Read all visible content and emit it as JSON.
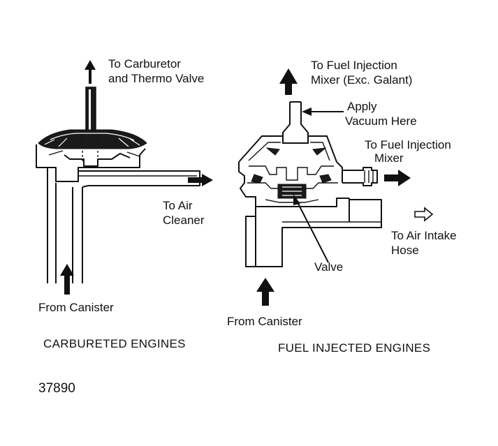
{
  "carbureted": {
    "label_to_carburetor_1": "To Carburetor",
    "label_to_carburetor_2": "and Thermo Valve",
    "label_to_air_cleaner_1": "To Air",
    "label_to_air_cleaner_2": "Cleaner",
    "label_from_canister": "From Canister",
    "caption": "CARBURETED ENGINES"
  },
  "fuel_injected": {
    "label_to_fi_mixer_top_1": "To Fuel Injection",
    "label_to_fi_mixer_top_2": "Mixer (Exc. Galant)",
    "label_apply_vacuum_1": "Apply",
    "label_apply_vacuum_2": "Vacuum Here",
    "label_to_fi_mixer_side_1": "To Fuel Injection",
    "label_to_fi_mixer_side_2": "Mixer",
    "label_to_air_intake_1": "To Air Intake",
    "label_to_air_intake_2": "Hose",
    "label_valve": "Valve",
    "label_from_canister": "From Canister",
    "caption": "FUEL INJECTED ENGINES"
  },
  "figure_number": "37890"
}
